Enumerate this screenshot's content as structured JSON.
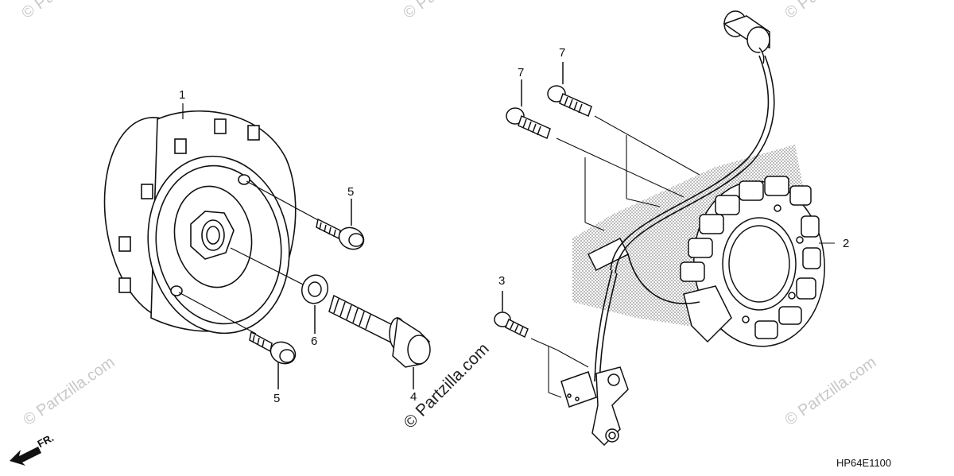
{
  "diagram": {
    "code": "HP64E1100",
    "direction_label": "FR.",
    "watermark_text": "© Partzilla.com",
    "callouts": {
      "flywheel": "1",
      "stator": "2",
      "pulse_bolt": "3",
      "flywheel_bolt": "4",
      "bolt_upper": "5",
      "bolt_lower": "5",
      "washer": "6",
      "stator_bolt_left": "7",
      "stator_bolt_right": "7"
    }
  }
}
